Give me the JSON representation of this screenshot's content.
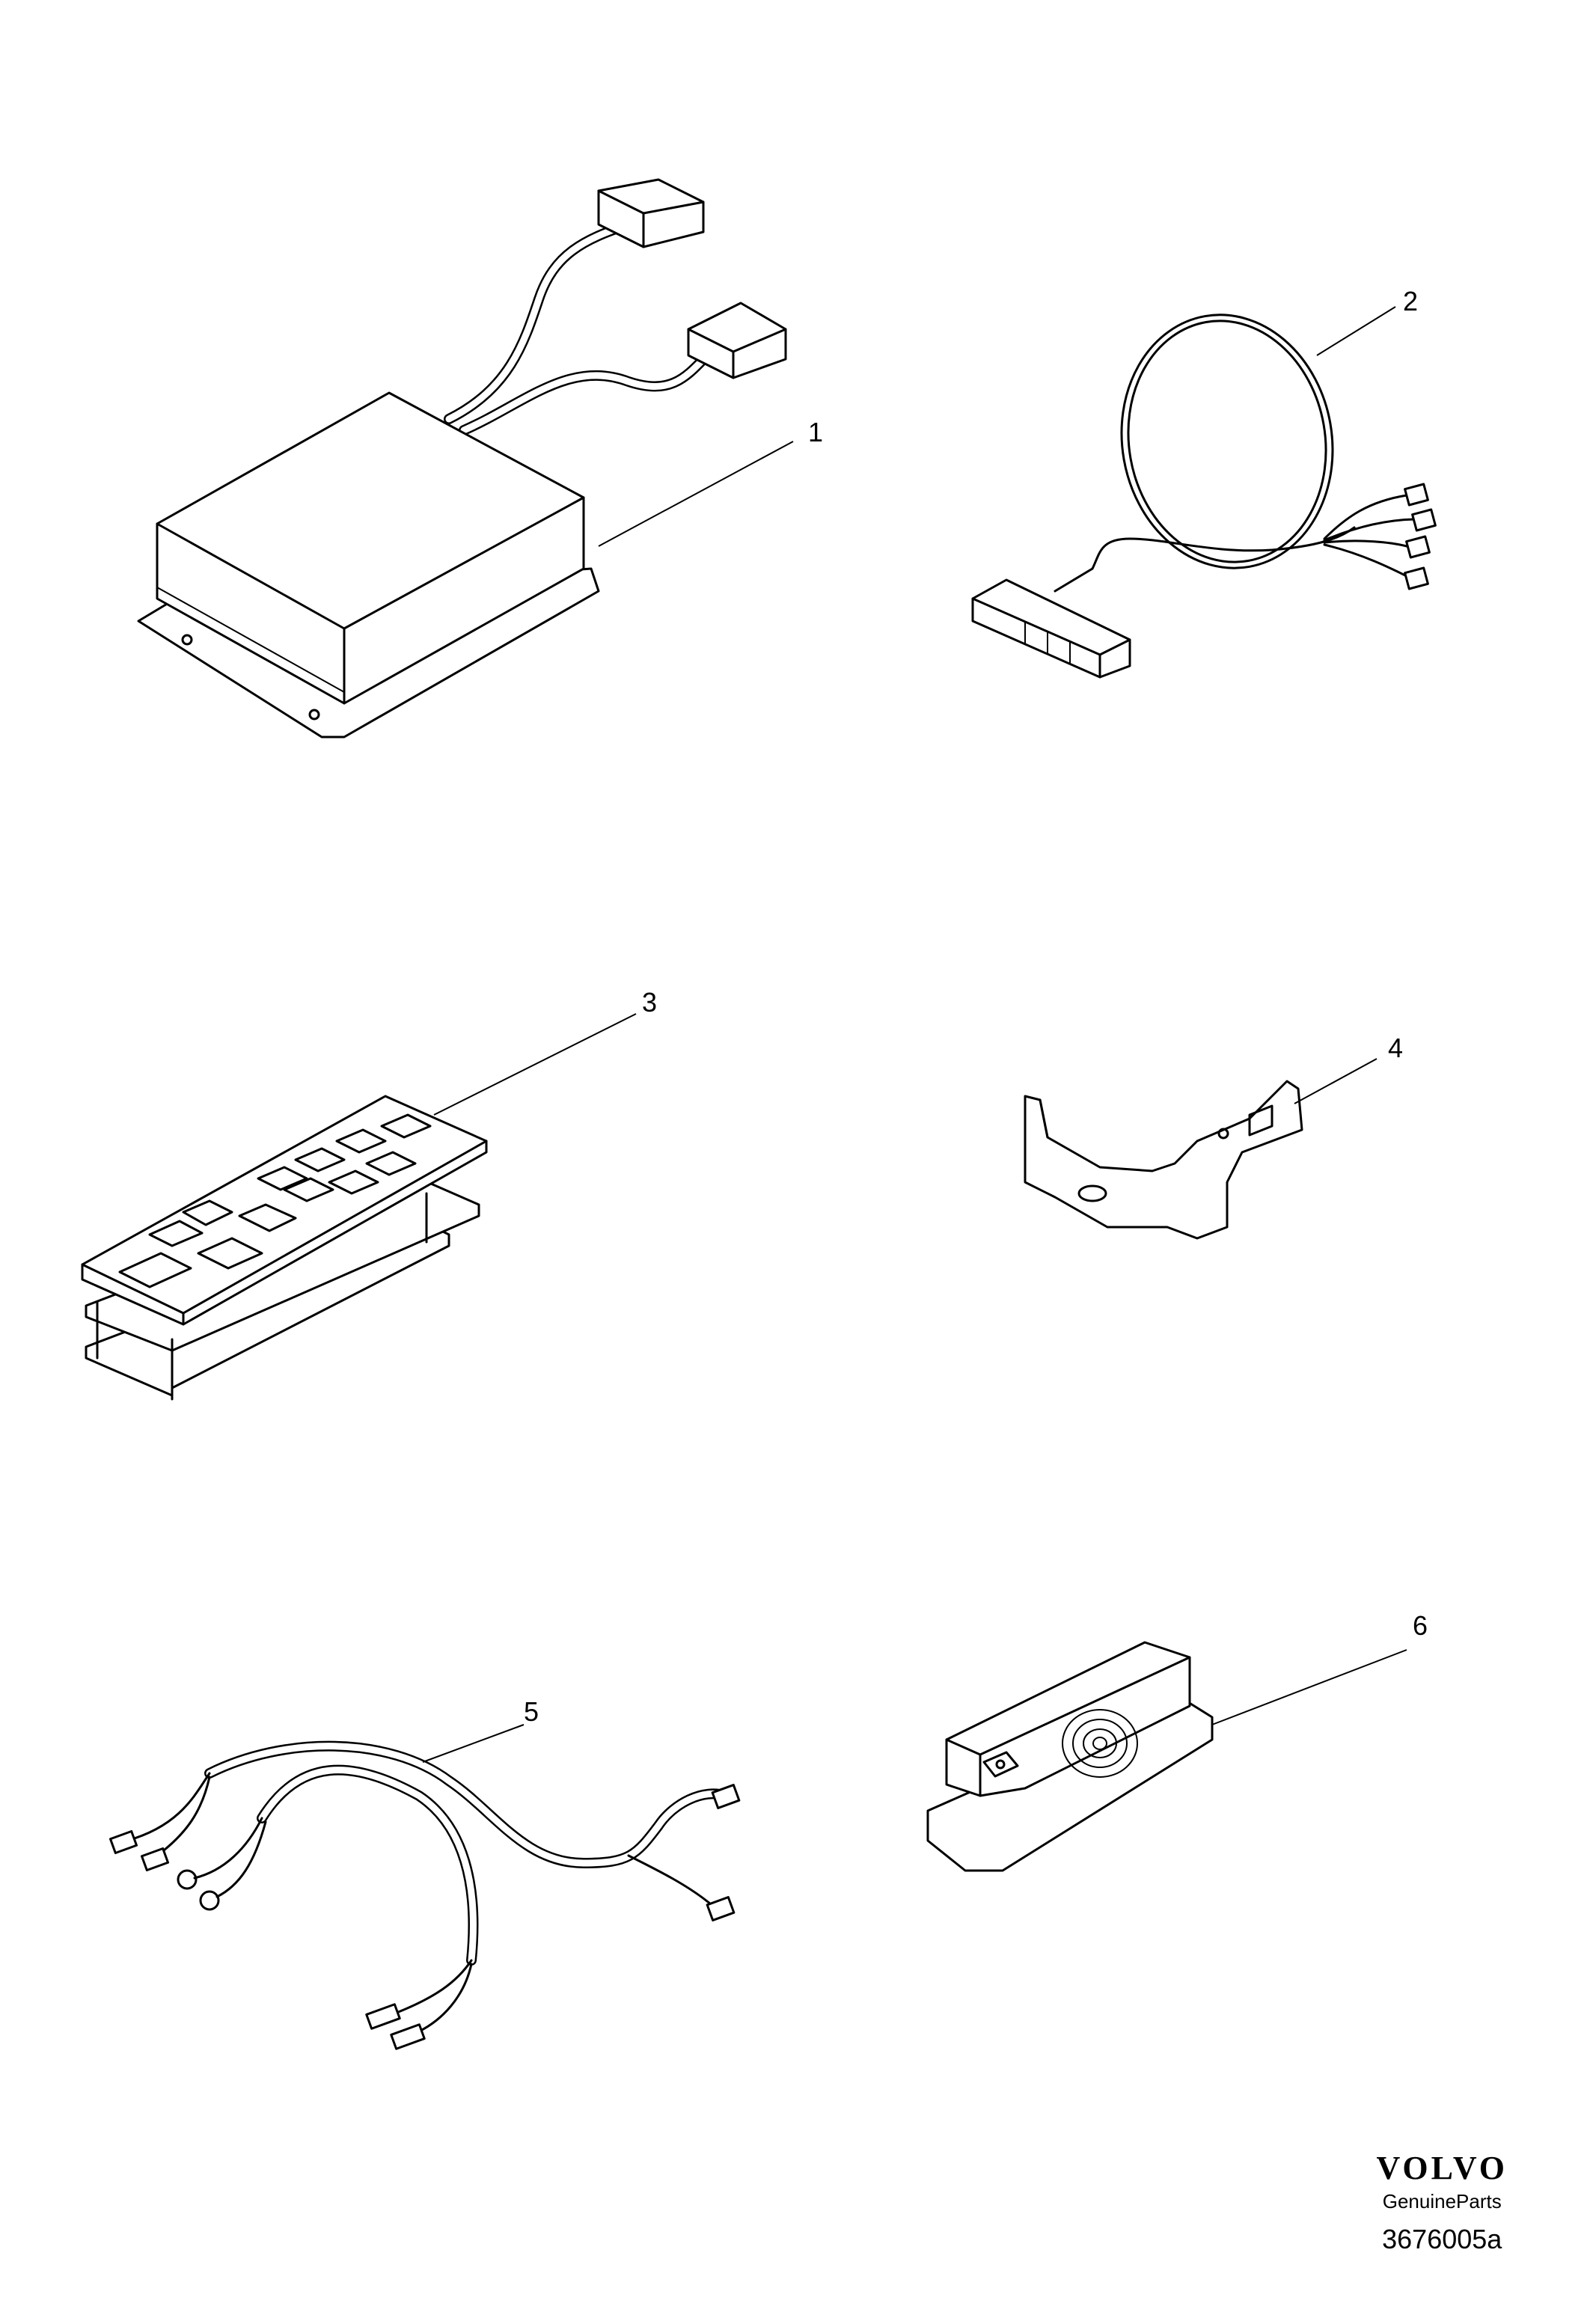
{
  "parts": [
    {
      "label": "1"
    },
    {
      "label": "2"
    },
    {
      "label": "3"
    },
    {
      "label": "4"
    },
    {
      "label": "5"
    },
    {
      "label": "6"
    }
  ],
  "brand": {
    "logo": "VOLVO",
    "subtitle": "GenuineParts",
    "code": "3676005a"
  },
  "colors": {
    "ink": "#000000",
    "paper": "#ffffff"
  }
}
